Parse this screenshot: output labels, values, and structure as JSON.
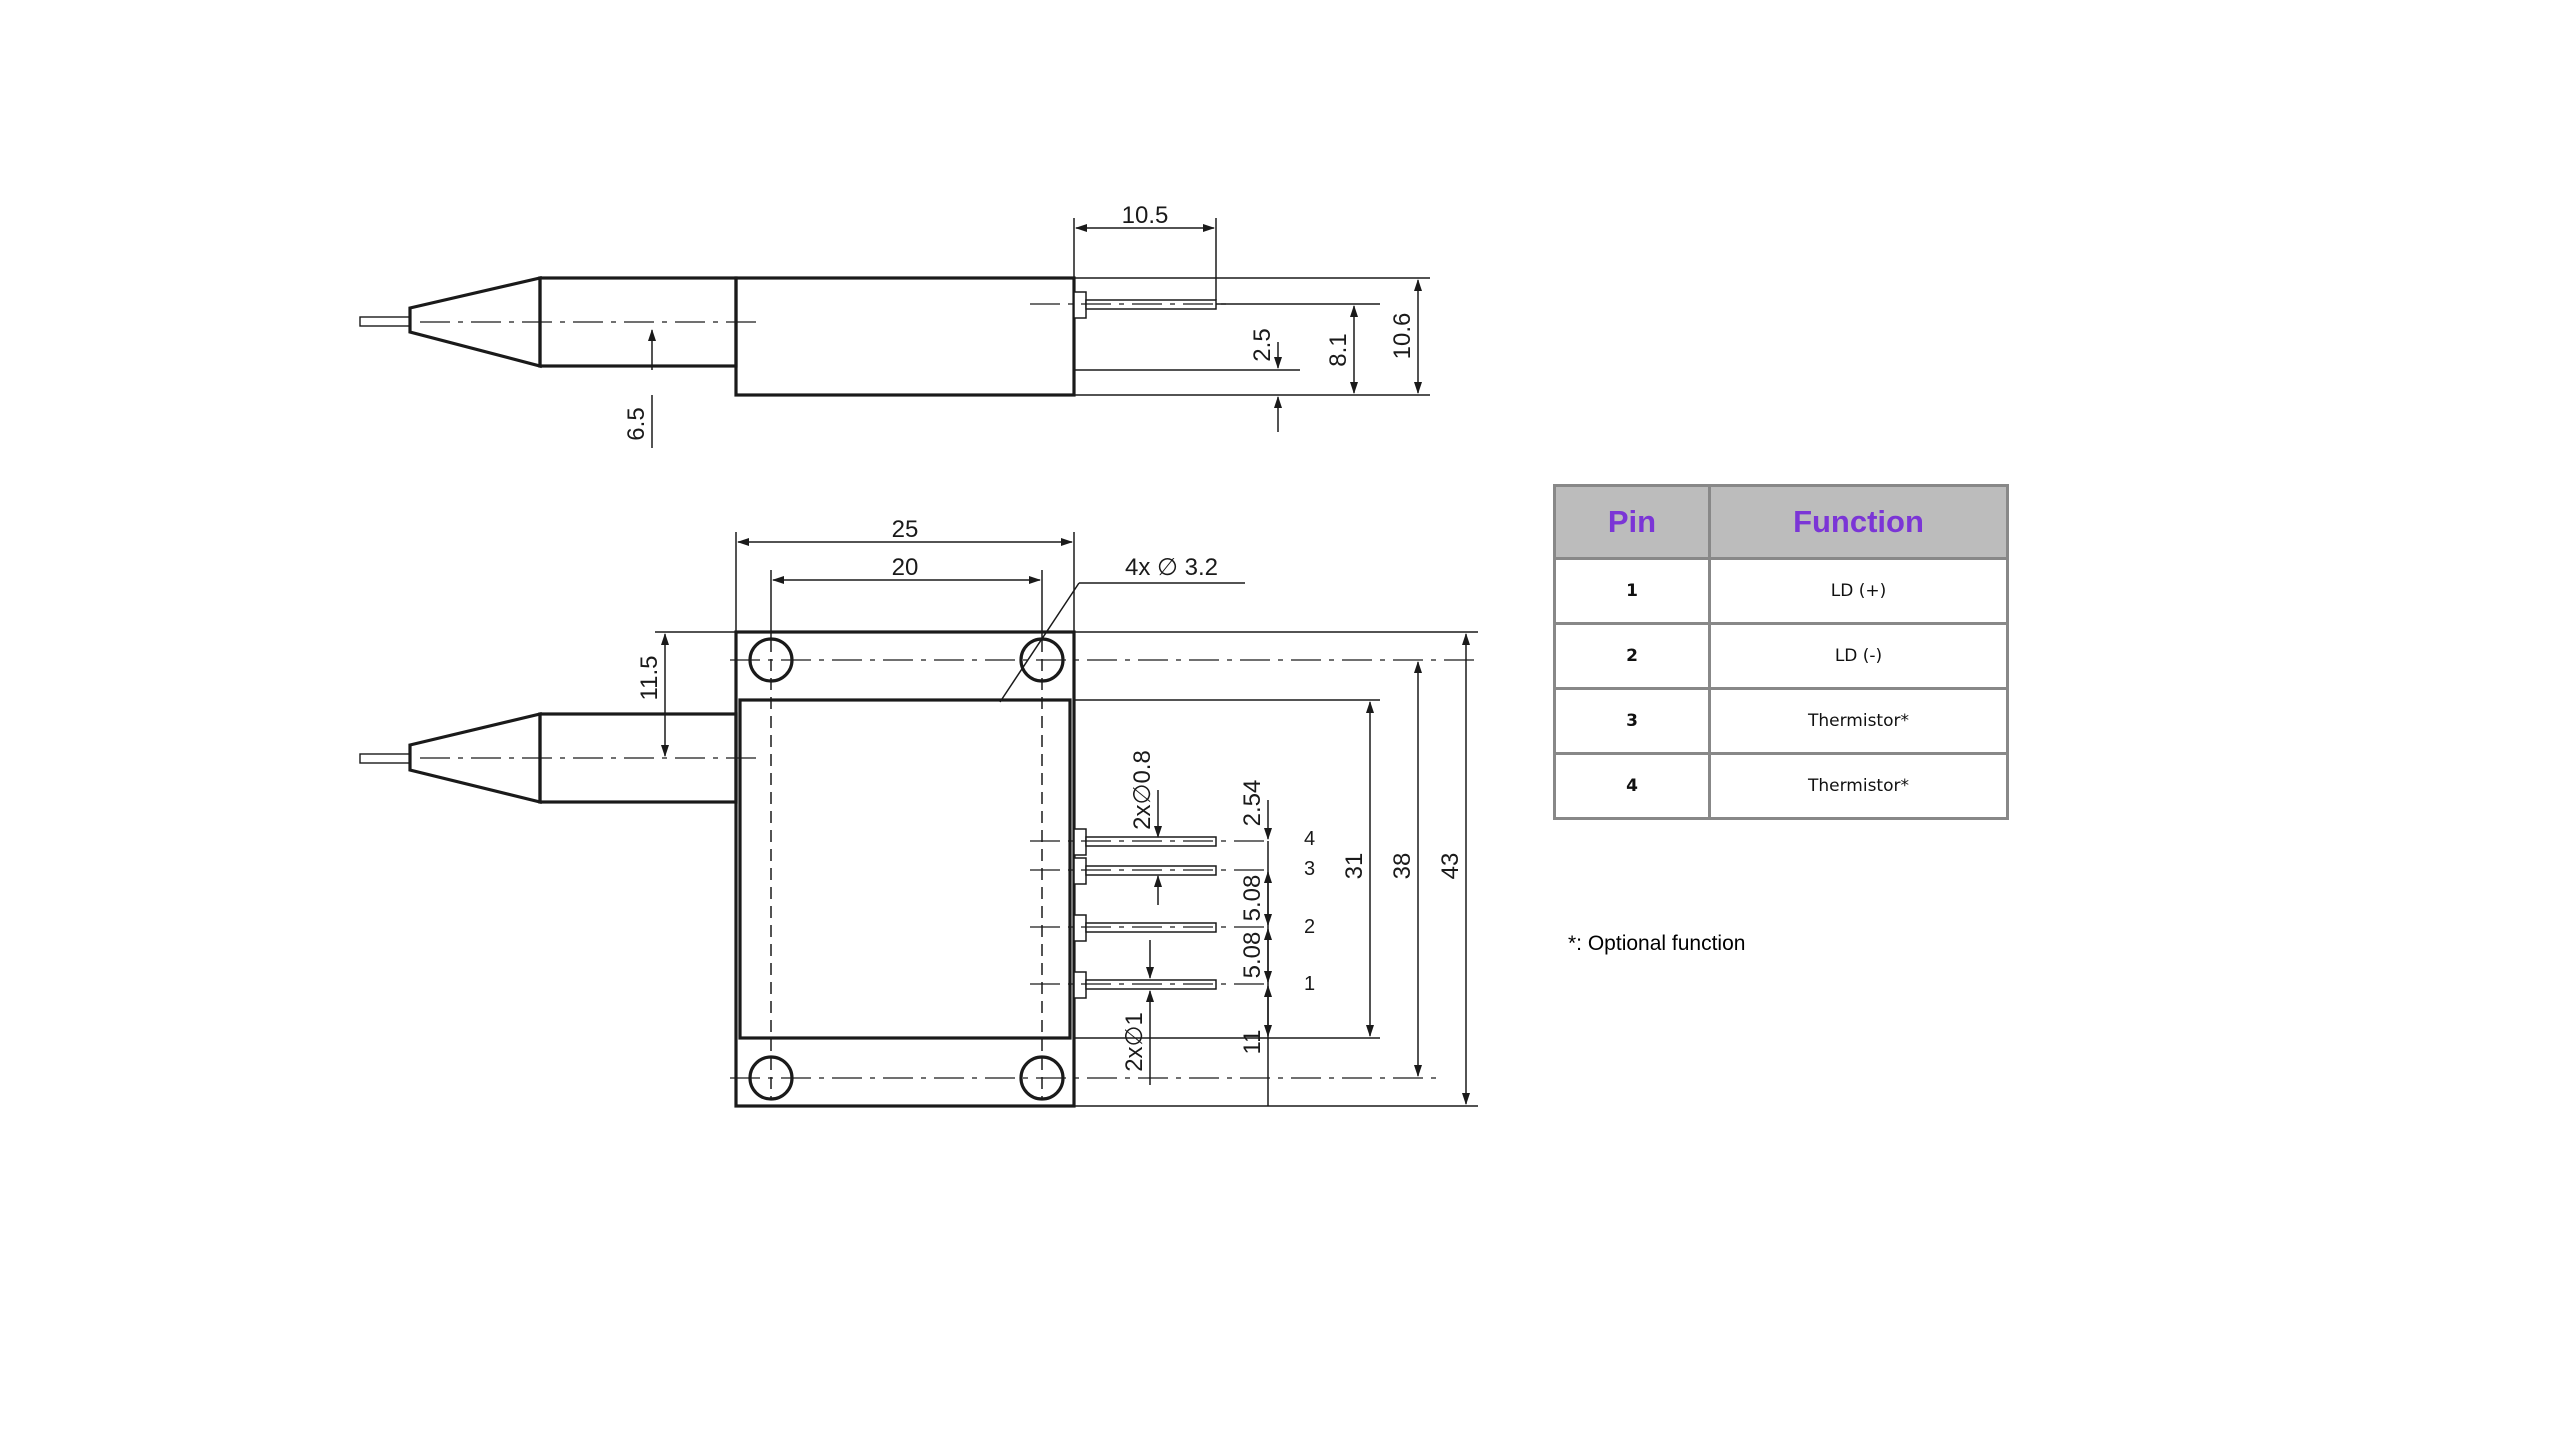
{
  "drawing": {
    "side_view": {
      "dim_pin_length": "10.5",
      "dim_pin_height": "2.5",
      "dim_pin_to_top": "8.1",
      "dim_body_height": "10.6",
      "dim_fiber_height": "6.5"
    },
    "top_view": {
      "dim_width_overall": "25",
      "dim_hole_spacing": "20",
      "dim_hole_callout": "4x ∅ 3.2",
      "dim_fiber_offset": "11.5",
      "dim_pin_diameter_upper": "2x∅0.8",
      "dim_pin_diameter_lower": "2x∅1",
      "dim_pin_pitch_top": "2.54",
      "dim_pin_pitch_mid": "5.08",
      "dim_pin_pitch_low": "5.08",
      "dim_pin1_offset": "11",
      "dim_body_length": "31",
      "dim_hole_length": "38",
      "dim_overall_length": "43",
      "pin_labels": [
        "4",
        "3",
        "2",
        "1"
      ]
    }
  },
  "pin_table": {
    "headers": [
      "Pin",
      "Function"
    ],
    "rows": [
      {
        "pin": "1",
        "function": "LD  (+)"
      },
      {
        "pin": "2",
        "function": "LD  (-)"
      },
      {
        "pin": "3",
        "function": "Thermistor*"
      },
      {
        "pin": "4",
        "function": "Thermistor*"
      }
    ]
  },
  "footnote": "*: Optional function"
}
